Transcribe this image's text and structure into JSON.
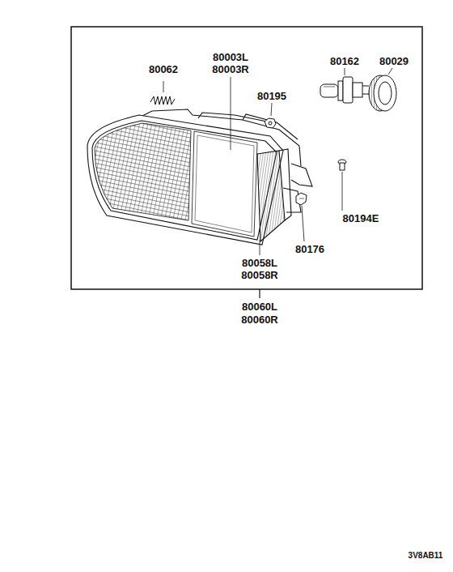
{
  "diagram": {
    "labels": [
      "80062",
      "80003L",
      "80003R",
      "80195",
      "80162",
      "80029",
      "80194E",
      "80176",
      "80058L",
      "80058R",
      "80060L",
      "80060R",
      "3V8AB11"
    ]
  }
}
